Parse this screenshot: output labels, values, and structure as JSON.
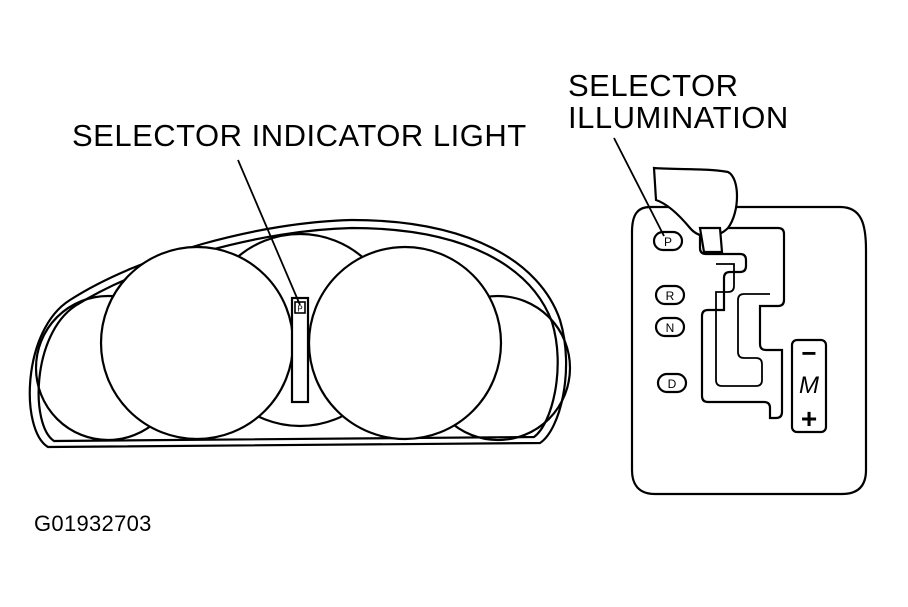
{
  "labels": {
    "selector_indicator_light": "SELECTOR INDICATOR LIGHT",
    "selector_illumination_line1": "SELECTOR",
    "selector_illumination_line2": "ILLUMINATION",
    "figure_id": "G01932703"
  },
  "cluster": {
    "indicator_letter": "P"
  },
  "selector": {
    "positions": [
      "P",
      "R",
      "N",
      "D"
    ],
    "manual_minus": "−",
    "manual_label": "M",
    "manual_plus": "+"
  },
  "colors": {
    "ink": "#000000",
    "paper": "#ffffff"
  }
}
